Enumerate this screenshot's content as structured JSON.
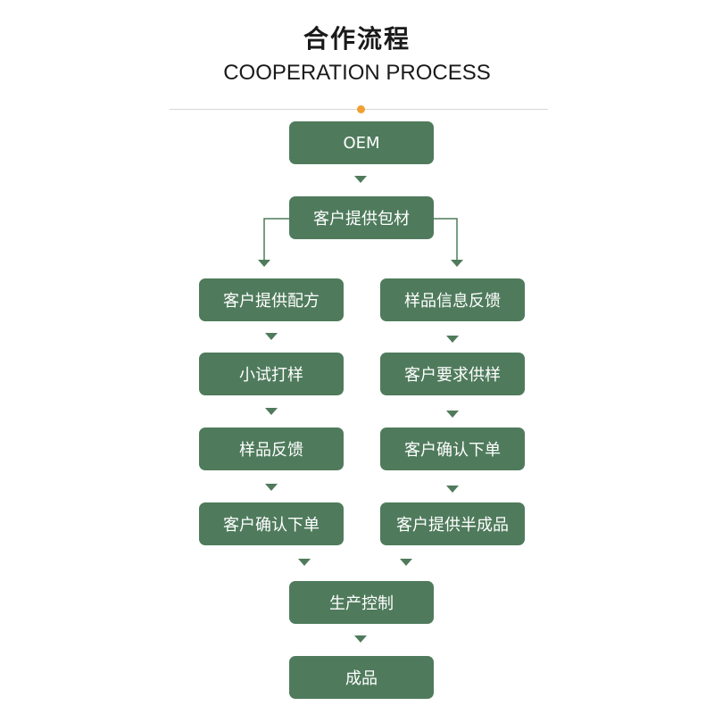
{
  "header": {
    "title_cn": "合作流程",
    "title_en": "COOPERATION PROCESS"
  },
  "colors": {
    "node_fill": "#4f7b5c",
    "node_text": "#ffffff",
    "accent_dot": "#f0a030",
    "divider": "#d8d8d8"
  },
  "flow": {
    "oem": "OEM",
    "packaging": "客户提供包材",
    "left_branch": [
      "客户提供配方",
      "小试打样",
      "样品反馈",
      "客户确认下单"
    ],
    "right_branch": [
      "样品信息反馈",
      "客户要求供样",
      "客户确认下单",
      "客户提供半成品"
    ],
    "production": "生产控制",
    "finished": "成品"
  }
}
